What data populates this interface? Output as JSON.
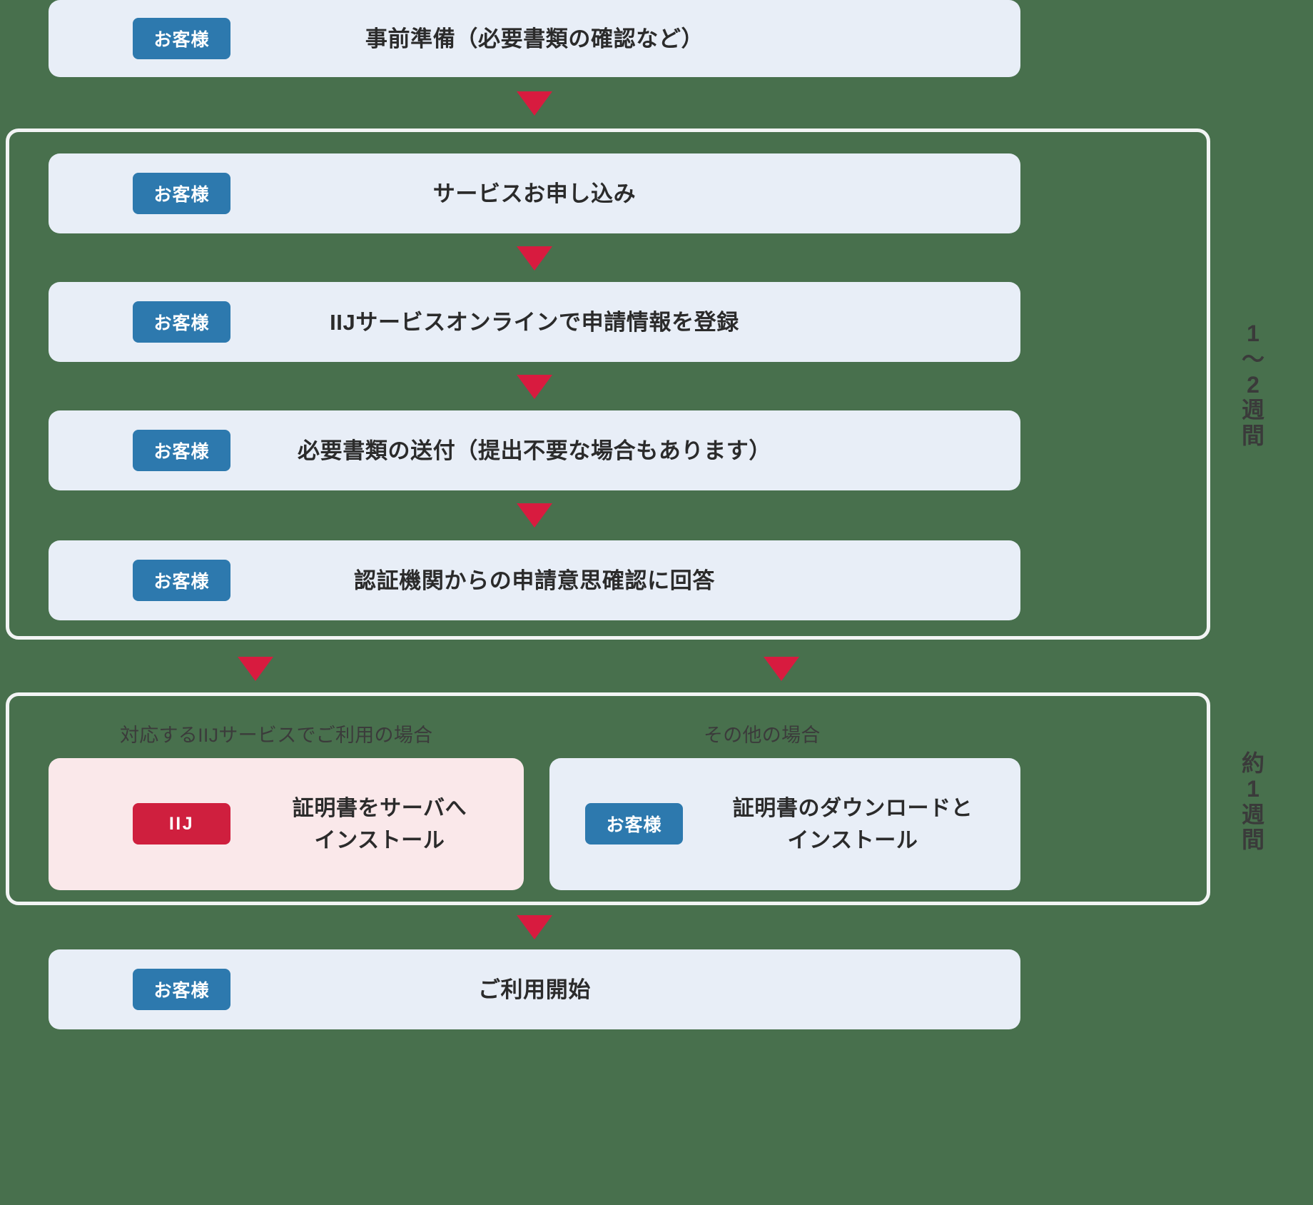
{
  "diagram": {
    "title": "IIJ certificate service application flow",
    "colors": {
      "background": "#48704d",
      "card": "#e8eef7",
      "card_pink": "#fae8ea",
      "badge_customer": "#2d79ae",
      "badge_iij": "#cf1f3e",
      "arrow": "#d81b3f",
      "group_border": "#f2f4f4",
      "text": "#2b2b2b"
    },
    "badges": {
      "customer": "お客様",
      "iij": "IIJ"
    },
    "steps": {
      "prep": {
        "badge": "お客様",
        "text": "事前準備（必要書類の確認など）"
      },
      "apply": {
        "badge": "お客様",
        "text": "サービスお申し込み"
      },
      "register": {
        "badge": "お客様",
        "text": "IIJサービスオンラインで申請情報を登録"
      },
      "documents": {
        "badge": "お客様",
        "text": "必要書類の送付（提出不要な場合もあります）"
      },
      "confirm": {
        "badge": "お客様",
        "text": "認証機関からの申請意思確認に回答"
      },
      "install_iij": {
        "badge": "IIJ",
        "line1": "証明書をサーバへ",
        "line2": "インストール"
      },
      "install_customer": {
        "badge": "お客様",
        "line1": "証明書のダウンロードと",
        "line2": "インストール"
      },
      "start": {
        "badge": "お客様",
        "text": "ご利用開始"
      }
    },
    "branch_captions": {
      "left": "対応するIIJサービスでご利用の場合",
      "right": "その他の場合"
    },
    "durations": {
      "group1": [
        "1",
        "〜",
        "2",
        "週",
        "間"
      ],
      "group2": [
        "約",
        "1",
        "週",
        "間"
      ]
    },
    "icons": {
      "arrow": "down-arrow-icon"
    }
  }
}
